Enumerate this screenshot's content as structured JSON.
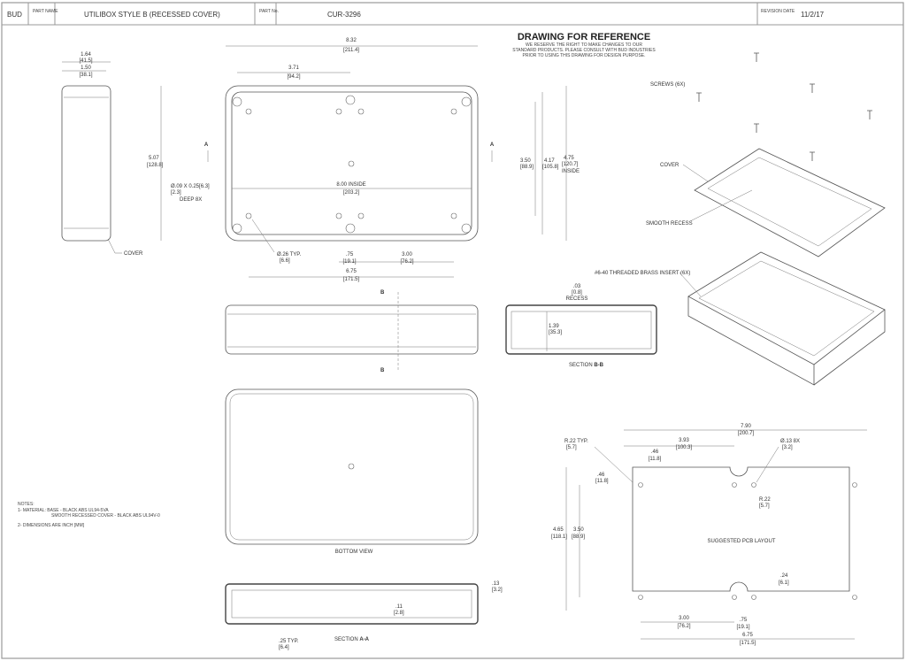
{
  "title_block": {
    "logo": "BUD",
    "part_name_label": "PART NAME",
    "part_name": "UTILIBOX STYLE B  (RECESSED COVER)",
    "part_no_label": "PART No.",
    "part_no": "CUR-3296",
    "revision_label": "REVISION DATE",
    "revision_date": "11/2/17"
  },
  "notice": {
    "heading": "DRAWING FOR REFERENCE",
    "line1": "WE RESERVE THE RIGHT TO MAKE CHANGES TO OUR",
    "line2": "STANDARD PRODUCTS. PLEASE CONSULT WITH BUD INDUSTRIES",
    "line3": "PRIOR TO USING THIS DRAWING FOR DESIGN PURPOSE."
  },
  "notes": {
    "heading": "NOTES:",
    "n1a": "1- MATERIAL:  BASE - BLACK ABS UL94-5VA",
    "n1b": "SMOOTH RECESSED COVER - BLACK ABS UL94V-0",
    "n2": "2- DIMENSIONS ARE INCH [MM]"
  },
  "side": {
    "d1": "1.64",
    "d1m": "[41.5]",
    "d2": "1.50",
    "d2m": "[38.1]",
    "cover": "COVER"
  },
  "top": {
    "w": "8.32",
    "wm": "[211.4]",
    "p": "3.71",
    "pm": "[94.2]",
    "h": "5.07",
    "hm": "[128.8]",
    "h2": "3.50",
    "h2m": "[88.9]",
    "h3": "4.17",
    "h3m": "[105.8]",
    "h4": "4.75",
    "h4m": "[120.7]",
    "h4i": "INSIDE",
    "wi": "8.00  INSIDE",
    "wim": "[203.2]",
    "hole1": "Ø.09 X 0.25[6.3]",
    "hole1m": "[2.3]",
    "hole1d": "DEEP 8X",
    "hole2": "Ø.26 TYP.",
    "hole2m": "[6.6]",
    "s1": ".75",
    "s1m": "[19.1]",
    "s2": "3.00",
    "s2m": "[76.2]",
    "s3": "6.75",
    "s3m": "[171.5]",
    "cut": "A"
  },
  "section_b": {
    "d1": ".03",
    "d1m": "[0.8]",
    "recess": "RECESS",
    "d2": "1.39",
    "d2m": "[35.3]",
    "label": "SECTION ",
    "letter": "B-B",
    "cut": "B"
  },
  "iso": {
    "screws": "SCREWS (6X)",
    "cover": "COVER",
    "recess": "SMOOTH RECESS",
    "insert": "#6-40 THREADED BRASS INSERT (6X)"
  },
  "bottom": {
    "label": "BOTTOM VIEW"
  },
  "section_a": {
    "d1": ".13",
    "d1m": "[3.2]",
    "d2": ".11",
    "d2m": "[2.8]",
    "d3": ".25  TYP.",
    "d3m": "[6.4]",
    "label": "SECTION ",
    "letter": "A-A"
  },
  "pcb": {
    "r1": "R.22 TYP.",
    "r1m": "[5.7]",
    "a": "3.93",
    "am": "[100.3]",
    "b": ".46",
    "bm": "[11.8]",
    "w": "7.90",
    "wm": "[200.7]",
    "hole": "Ø.13 8X",
    "holem": "[3.2]",
    "c": ".46",
    "cm": "[11.8]",
    "r2": "R.22",
    "r2m": "[5.7]",
    "h": "4.65",
    "hm": "[118.1]",
    "h2": "3.50",
    "h2m": "[88.9]",
    "label": "SUGGESTED PCB LAYOUT",
    "d": ".24",
    "dm": "[6.1]",
    "e": "3.00",
    "em": "[76.2]",
    "f": ".75",
    "fm": "[19.1]",
    "g": "6.75",
    "gm": "[171.5]"
  }
}
